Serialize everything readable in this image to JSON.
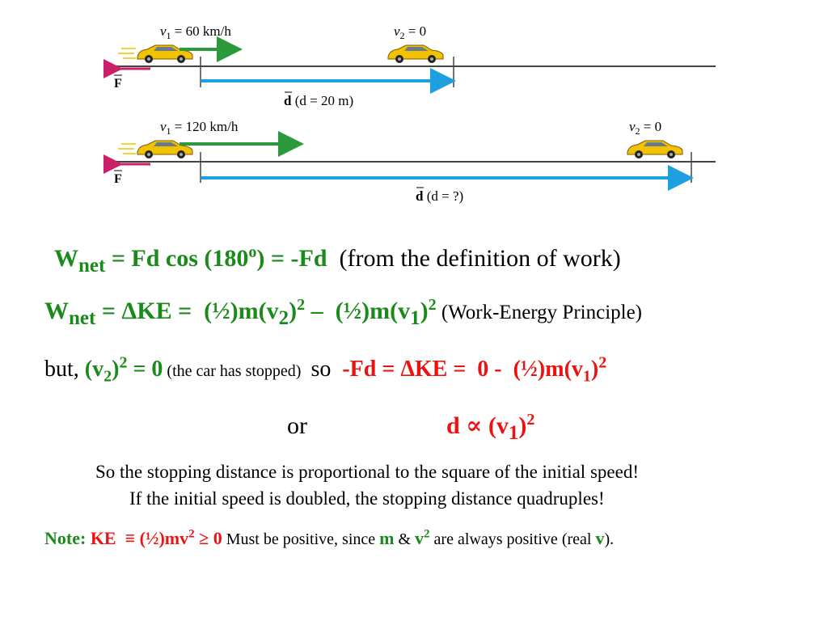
{
  "figure": {
    "top": {
      "v1_label": "v",
      "v1_sub": "1",
      "v1_value": " = 60 km/h",
      "v2_label": "v",
      "v2_sub": "2",
      "v2_value": " = 0",
      "force_label": "F",
      "d_symbol": "d",
      "d_text": " (d = 20 m)"
    },
    "bottom": {
      "v1_label": "v",
      "v1_sub": "1",
      "v1_value": " = 120 km/h",
      "v2_label": "v",
      "v2_sub": "2",
      "v2_value": " = 0",
      "force_label": "F",
      "d_symbol": "d",
      "d_text": " (d = ?)"
    },
    "colors": {
      "car_body": "#f2c200",
      "velocity_arrow": "#2a9a3a",
      "force_arrow": "#cc1f6a",
      "displacement_arrow": "#1ea0e0",
      "road": "#444444"
    }
  },
  "line1": {
    "W": "W",
    "net": "net",
    "eq": " = Fd cos (180",
    "deg": "o",
    "eq2": ") = -Fd",
    "note": "  (from the definition of work)"
  },
  "line2": {
    "W": "W",
    "net": "net",
    "eq": " = ΔKE =  (½)m(v",
    "sub2": "2",
    "close1": ")",
    "sup1": "2",
    "minus": " –  (½)m(v",
    "sub1": "1",
    "close2": ")",
    "sup2": "2",
    "note": " (Work-Energy Principle)"
  },
  "line3": {
    "but": "but, ",
    "v": "(v",
    "sub": "2",
    "close": ")",
    "sup": "2",
    "eq0": " = 0",
    "note": " (the car has stopped) ",
    "so": " so  ",
    "eq": "-Fd = ΔKE =  0 -  (½)m(v",
    "sub1": "1",
    "close1": ")",
    "sup1": "2"
  },
  "line4": {
    "or": "or",
    "d": "d ∝ (v",
    "sub": "1",
    "close": ")",
    "sup": "2"
  },
  "line5": "So the stopping distance is proportional to the square of the initial speed!",
  "line6": "If the initial speed is doubled, the stopping distance quadruples!",
  "line7": {
    "note": "Note: ",
    "ke": "KE  ",
    "equiv": "≡ (½)mv",
    "sup": "2",
    "ge": " ≥ 0",
    "text1": " Must be positive, since ",
    "m": "m",
    "amp": " & ",
    "v": "v",
    "vsup": "2",
    "text2": " are always positive (real ",
    "v2": "v",
    "end": ")."
  }
}
